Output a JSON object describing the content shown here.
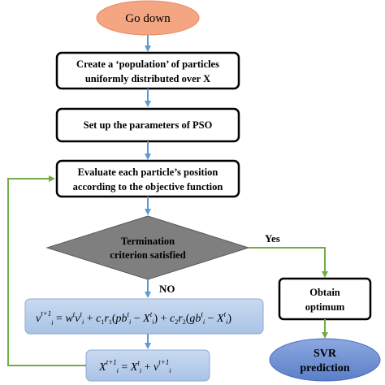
{
  "start_node": {
    "label": "Go down"
  },
  "steps": [
    {
      "line1": "Create a ‘population’ of particles",
      "line2": "uniformly distributed over X"
    },
    {
      "line1": "Set up the parameters of PSO"
    },
    {
      "line1": "Evaluate each particle’s position",
      "line2": "according to the objective function"
    }
  ],
  "decision": {
    "line1": "Termination",
    "line2": "criterion satisfied"
  },
  "branch_labels": {
    "yes": "Yes",
    "no": "NO"
  },
  "optimum_node": {
    "line1": "Obtain",
    "line2": "optimum"
  },
  "end_node": {
    "line1": "SVR",
    "line2": "prediction"
  },
  "velocity_formula": "v_i^{t+1} = w^t v_i^t + c_1 r_1 (pb_i^t − X_i^t) + c_2 r_2 (gb_i^t − X_i^t)",
  "position_formula": "X_i^{t+1} = X_i^t + v_i^{t+1}",
  "colors": {
    "start_fill": "#F4A582",
    "end_fill": "#6E8FD4",
    "formula_fill": "#B7CEEA",
    "decision_fill": "#7F7F7F",
    "flow_arrow": "#5B9BD5",
    "loop_arrow": "#70AD47"
  }
}
